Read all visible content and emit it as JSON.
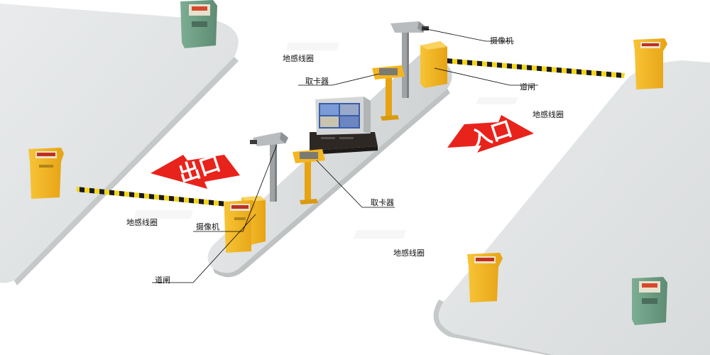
{
  "labels": {
    "camera_top": "摄像机",
    "loop_top_left": "地感线圈",
    "card_reader_top": "取卡器",
    "barrier_right": "道闸",
    "loop_right": "地感线圈",
    "card_reader_mid": "取卡器",
    "loop_left": "地感线圈",
    "camera_bottom": "摄像机",
    "loop_bottom": "地感线圈",
    "barrier_left": "道闸"
  },
  "arrows": {
    "exit_text": "出口",
    "entry_text": "入口",
    "arrow_color": "#e8231c"
  },
  "colors": {
    "ground": "#e4e6e7",
    "island": "#d9dcdd",
    "kiosk_yellow": "#f4b521",
    "kiosk_green": "#6f9e85",
    "barrier_black": "#1a1a1a",
    "barrier_yellow": "#f2d51a"
  }
}
